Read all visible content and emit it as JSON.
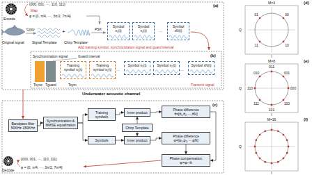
{
  "diagram": {
    "nodes": [
      {
        "text": [
          "Symbol x₁(t)"
        ]
      },
      {
        "text": [
          "Symbol x₂(t)"
        ]
      },
      {
        "text": [
          "Symbol xN(t)"
        ]
      },
      {
        "text": [
          "Training symbol s₁(t)"
        ]
      },
      {
        "text": [
          "Training symbol s₂(t)"
        ]
      },
      {
        "text": [
          "Symbol x₁(t)"
        ]
      },
      {
        "text": [
          "Symbol x₂(t)"
        ]
      },
      {
        "text": [
          "Symbol xN(t)"
        ]
      },
      {
        "text": [
          "Bandpass filter",
          "50KHz-150KHz"
        ]
      },
      {
        "text": [
          "Synchronization & MMSE equalization"
        ]
      },
      {
        "text": [
          "Training symbols"
        ]
      },
      {
        "text": [
          "Inner product"
        ]
      },
      {
        "text": [
          "Phase difference",
          "θ=[θ₁,θ₂,···,θN]"
        ]
      },
      {
        "text": [
          "Chirp Template"
        ]
      },
      {
        "text": [
          "Symbols"
        ]
      },
      {
        "text": [
          "Inner product"
        ]
      },
      {
        "text": [
          "Phase difference",
          "φ=[φ₁,φ₂,···,φN]"
        ]
      },
      {
        "text": [
          "Phase compensation",
          "φᵢ=φᵢ−θᵢ"
        ]
      }
    ],
    "edges": [
      {
        "from": 8,
        "to": 9,
        "arrow": "to"
      },
      {
        "from": 9,
        "to": 10,
        "arrow": "to"
      },
      {
        "from": 9,
        "to": 14,
        "arrow": "to"
      },
      {
        "from": 10,
        "to": 11,
        "arrow": "to"
      },
      {
        "from": 13,
        "to": 11,
        "arrow": "to"
      },
      {
        "from": 13,
        "to": 15,
        "arrow": "to"
      },
      {
        "from": 14,
        "to": 15,
        "arrow": "to"
      },
      {
        "from": 11,
        "to": 12,
        "arrow": "to"
      },
      {
        "from": 15,
        "to": 16,
        "arrow": "to"
      },
      {
        "from": 16,
        "to": 17,
        "arrow": "to"
      },
      {
        "from": 12,
        "to": 17,
        "arrow": "to"
      }
    ],
    "labels": [
      "Encode",
      "{000, 001, ···, 110, 111}",
      "Map",
      "φ = {0, π/4, ···, 3π/2, 7π/4}",
      "(a)",
      "Original signal",
      "Copy",
      "Signal Template",
      "+",
      "Chirp Template",
      "PSK",
      "···",
      "Add training symbol, synchronization signal and guard interval",
      "(b)",
      "Synchronization signal",
      "Guard interval",
      "Tsync",
      "Tguard",
      "Tsym",
      "···",
      "···",
      "Transmit signal",
      "Underwater acoustic channel",
      "(c)",
      "Decode",
      "{000, 001, ···, 110, 111}",
      "φ = {0, π/4, ···, 3π/2, 7π/4}",
      "(d)",
      "M=4",
      "Q",
      "I",
      "00",
      "01",
      "11",
      "10",
      "(e)",
      "M=8",
      "Q",
      "I",
      "000",
      "001",
      "011",
      "010",
      "110",
      "111",
      "101",
      "100",
      "(f)",
      "M=16",
      "Q",
      "I"
    ]
  }
}
